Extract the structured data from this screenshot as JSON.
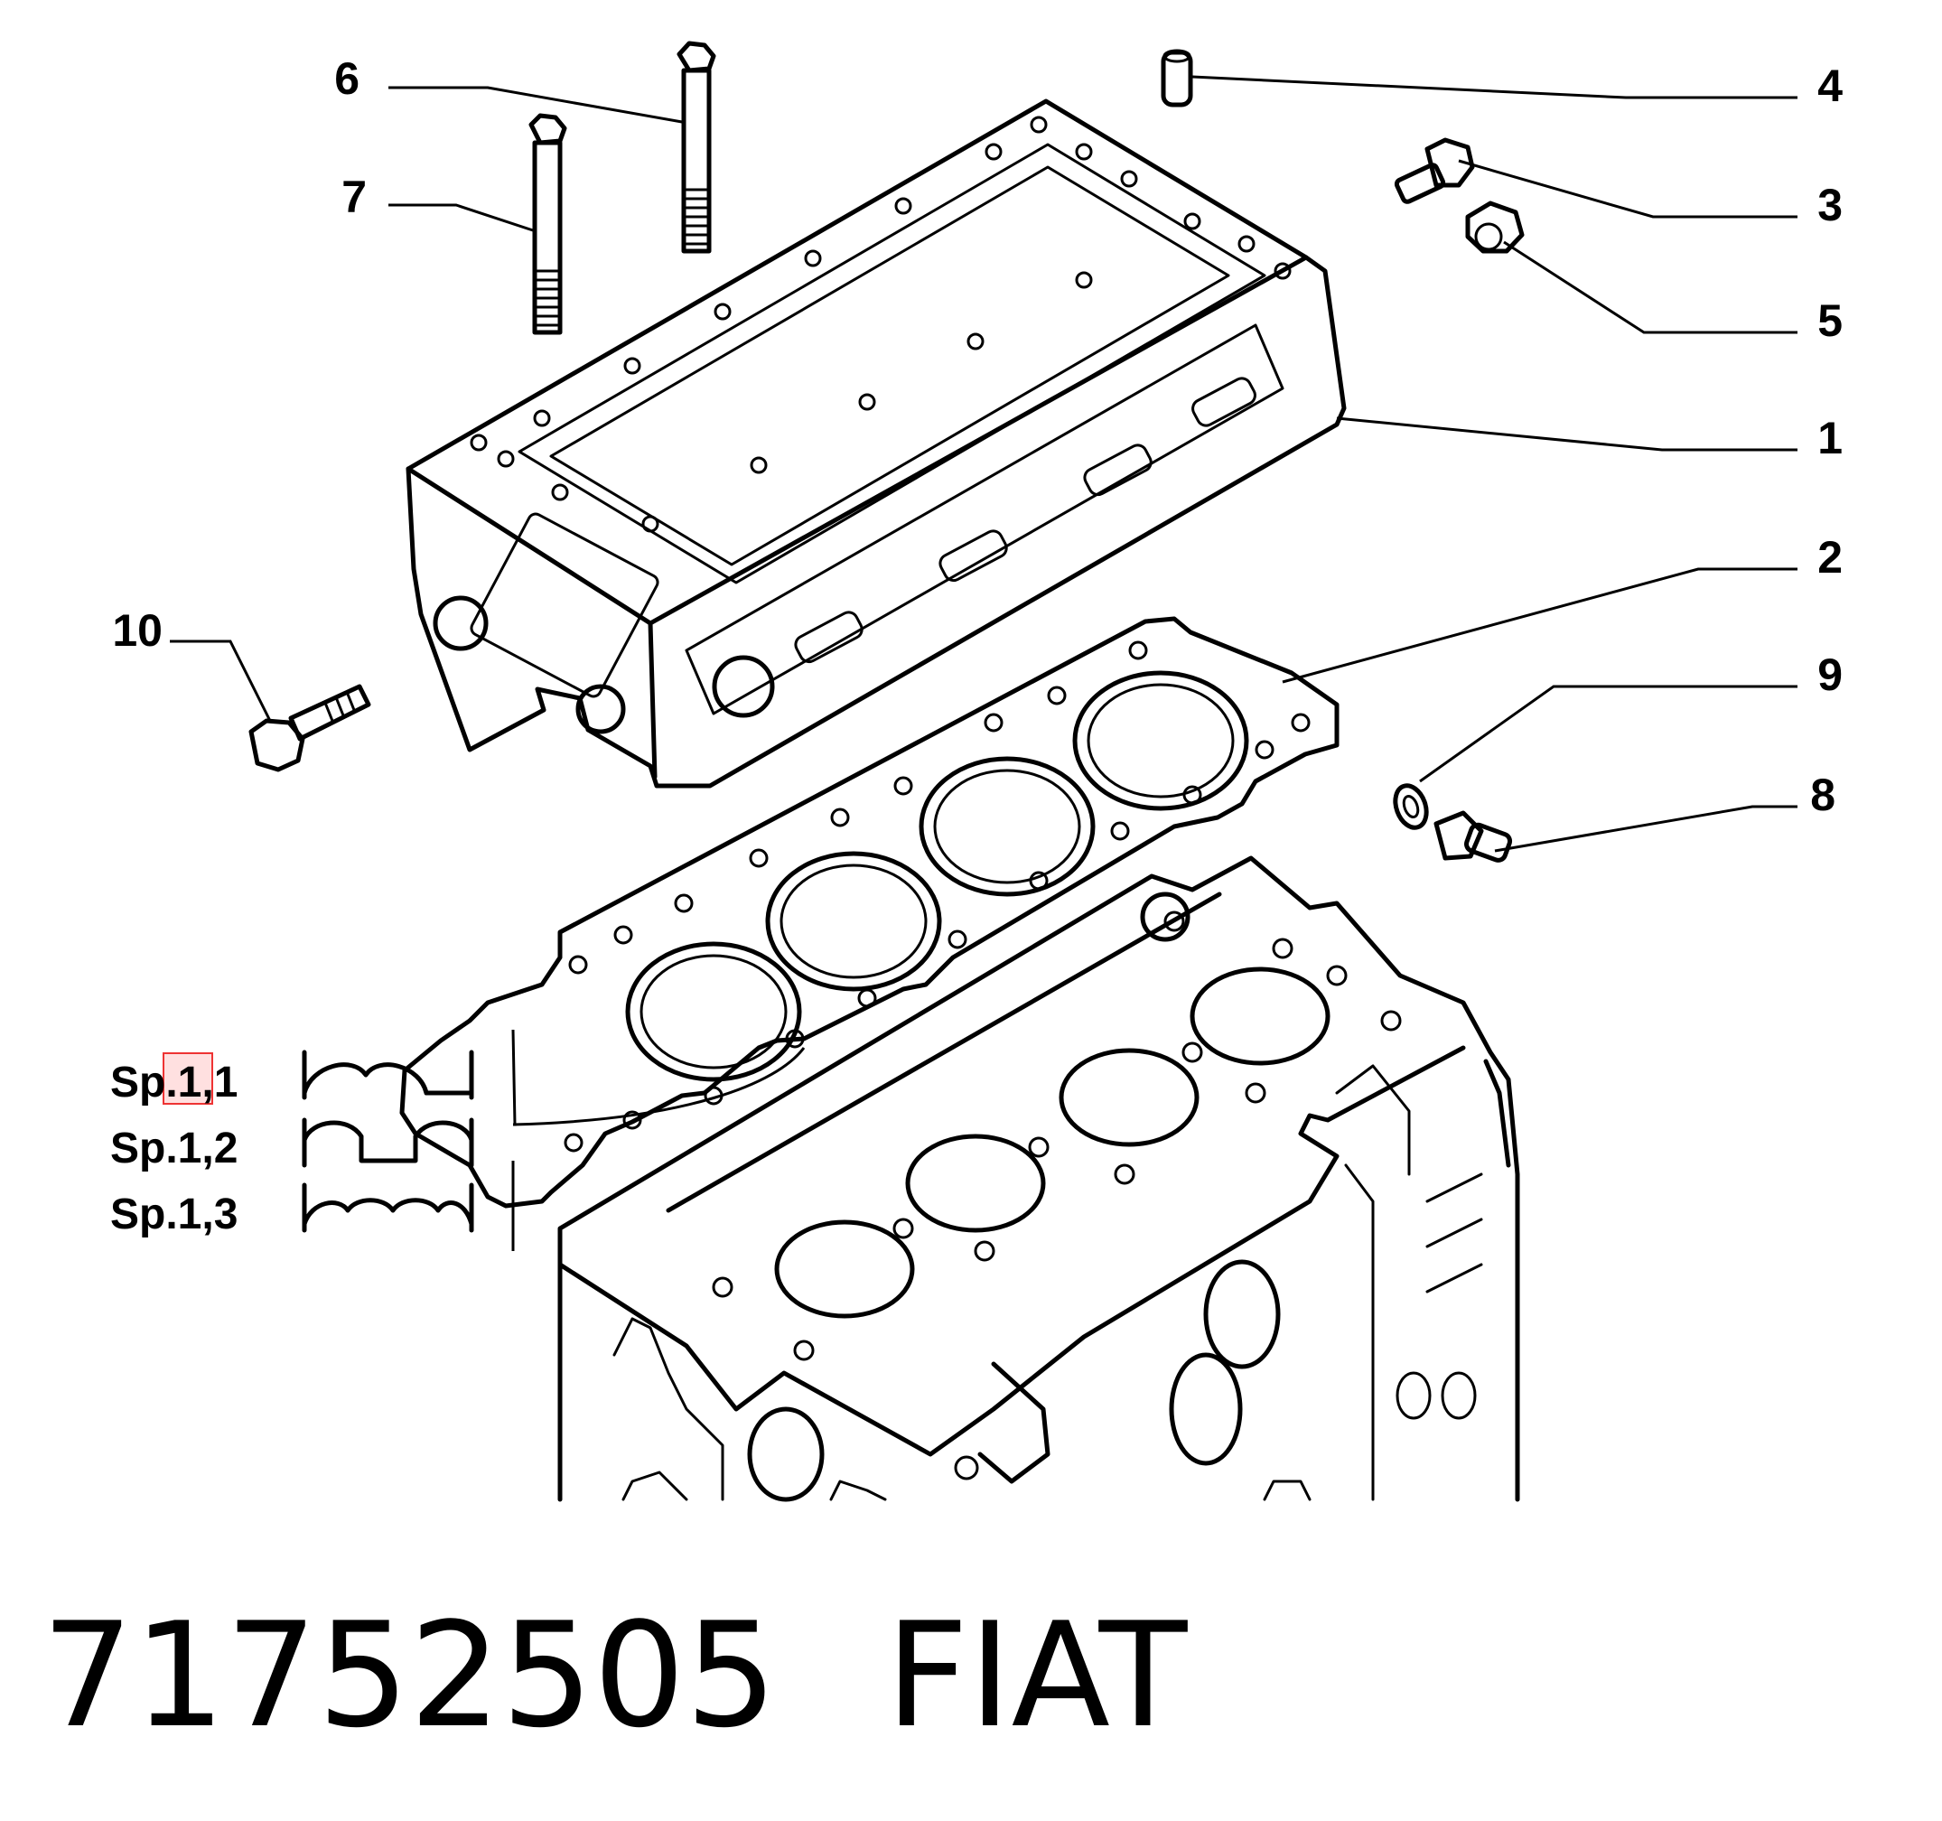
{
  "callouts": {
    "c1": "1",
    "c2": "2",
    "c3": "3",
    "c4": "4",
    "c5": "5",
    "c6": "6",
    "c7": "7",
    "c8": "8",
    "c9": "9",
    "c10": "10"
  },
  "legend": {
    "sp1": "Sp.1,1",
    "sp2": "Sp.1,2",
    "sp3": "Sp.1,3"
  },
  "footer": {
    "part_number": "71752505",
    "brand": "FIAT"
  }
}
